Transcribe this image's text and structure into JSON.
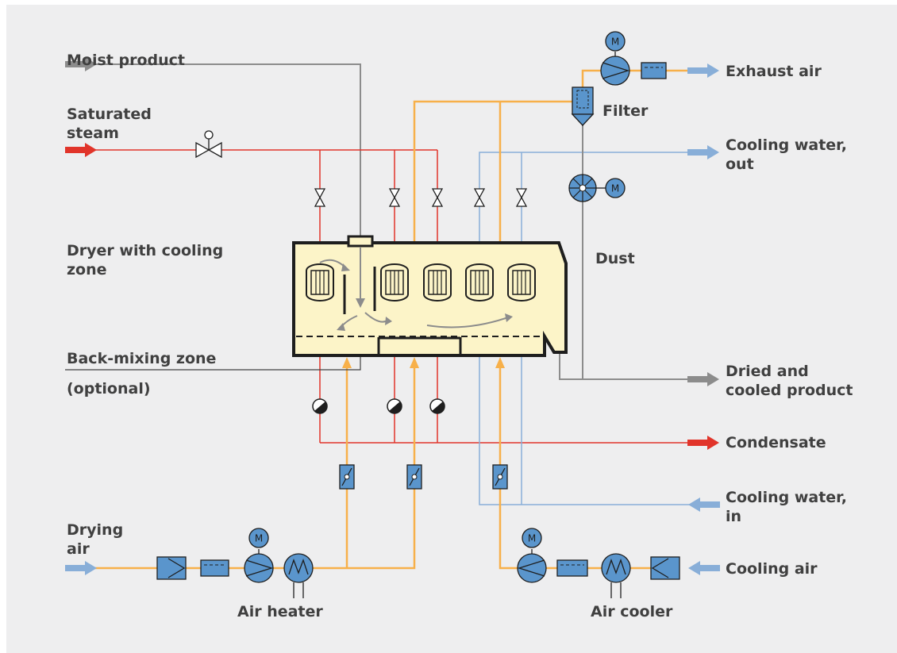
{
  "labels": {
    "moist_product": "Moist product",
    "saturated_steam": [
      "Saturated",
      "steam"
    ],
    "dryer": [
      "Dryer with cooling",
      "zone"
    ],
    "back_mixing": [
      "Back-mixing zone",
      "(optional)"
    ],
    "drying_air": [
      "Drying",
      "air"
    ],
    "air_heater": "Air heater",
    "air_cooler": "Air cooler",
    "exhaust_air": "Exhaust air",
    "filter": "Filter",
    "cooling_water_out": [
      "Cooling water,",
      "out"
    ],
    "dust": "Dust",
    "dried_product": [
      "Dried and",
      "cooled product"
    ],
    "condensate": "Condensate",
    "cooling_water_in": [
      "Cooling water,",
      "in"
    ],
    "cooling_air": "Cooling air"
  },
  "motor_symbol": "M",
  "colors": {
    "background": "#eeeeef",
    "air_line": "#f7b04a",
    "steam_line": "#e1342a",
    "water_line": "#88aed8",
    "product_line": "#8c8c8c",
    "equipment_fill": "#5a95cc",
    "dryer_fill": "#fcf4c8",
    "text": "#404040"
  }
}
